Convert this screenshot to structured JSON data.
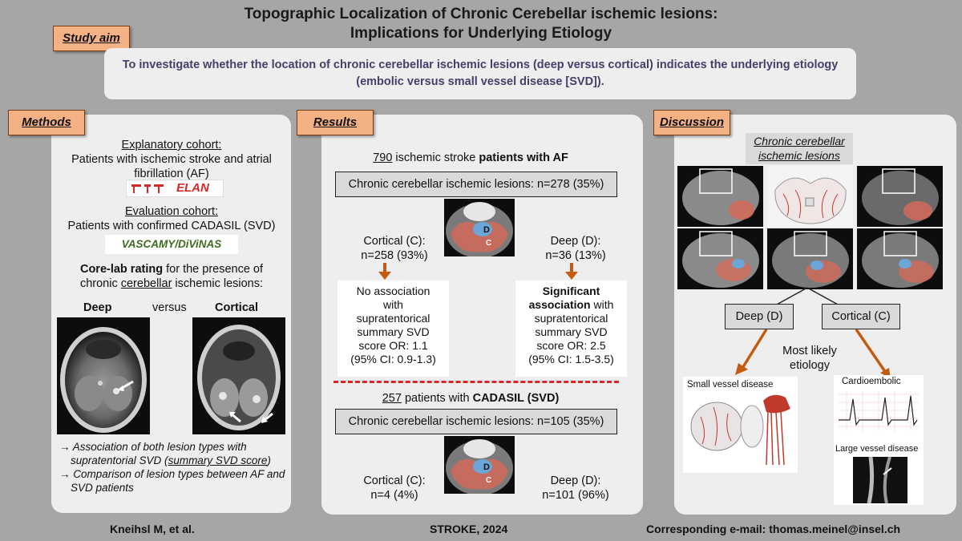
{
  "title_line1": "Topographic Localization of Chronic Cerebellar ischemic lesions:",
  "title_line2": "Implications for Underlying Etiology",
  "study_aim": {
    "tag": "Study aim",
    "text_line1": "To investigate whether the location of chronic cerebellar ischemic lesions (deep versus cortical) indicates the underlying etiology",
    "text_line2": "(embolic versus small vessel disease [SVD])."
  },
  "methods": {
    "tag": "Methods",
    "explanatory_heading": "Explanatory cohort:",
    "explanatory_text": "Patients with ischemic stroke and atrial fibrillation (AF)",
    "elan_logo": "ELAN",
    "evaluation_heading": "Evaluation cohort:",
    "evaluation_text": "Patients with confirmed CADASIL (SVD)",
    "vascamy_logo": "VASCAMY/DiViNAS",
    "corelab_bold": "Core-lab rating",
    "corelab_rest1": " for the presence of",
    "corelab_line2_pre": "chronic ",
    "corelab_line2_u": "cerebellar",
    "corelab_line2_post": " ischemic lesions:",
    "deep_label": "Deep",
    "versus_label": "versus",
    "cortical_label": "Cortical",
    "bullet1_a": "Association of both lesion types with supratentorial SVD (",
    "bullet1_u": "summary SVD score",
    "bullet1_b": ")",
    "bullet2": "Comparison of lesion types between AF and SVD patients"
  },
  "results": {
    "tag": "Results",
    "af_count": "790",
    "af_text_mid": " ischemic stroke ",
    "af_text_bold": "patients with AF",
    "af_box": "Chronic cerebellar ischemic lesions: n=278 (35%)",
    "cortical_af_label": "Cortical (C):",
    "cortical_af_value": "n=258 (93%)",
    "deep_af_label": "Deep (D):",
    "deep_af_value": "n=36 (13%)",
    "no_assoc_lines": [
      "No association",
      "with",
      "supratentorical",
      "summary SVD",
      "score OR: 1.1",
      "(95% CI: 0.9-1.3)"
    ],
    "sig_bold1": "Significant",
    "sig_bold2": "association",
    "sig_rest2": " with",
    "sig_lines": [
      "supratentorical",
      "summary SVD",
      "score OR: 2.5",
      "(95% CI: 1.5-3.5)"
    ],
    "cadasil_count": "257",
    "cadasil_text_mid": " patients with ",
    "cadasil_text_bold": "CADASIL (SVD)",
    "cadasil_box": "Chronic cerebellar ischemic lesions: n=105 (35%)",
    "cortical_svd_label": "Cortical (C):",
    "cortical_svd_value": "n=4 (4%)",
    "deep_svd_label": "Deep (D):",
    "deep_svd_value": "n=101 (96%)",
    "mri_label_d": "D",
    "mri_label_c": "C"
  },
  "discussion": {
    "tag": "Discussion",
    "heading_line1": "Chronic cerebellar",
    "heading_line2": "ischemic lesions",
    "deep_box": "Deep (D)",
    "cortical_box": "Cortical (C)",
    "most_likely_line1": "Most likely",
    "most_likely_line2": "etiology",
    "svd_label": "Small vessel disease",
    "cardio_label": "Cardioembolic",
    "large_vessel_label": "Large vessel disease"
  },
  "footer": {
    "authors": "Kneihsl M, et al.",
    "journal": "STROKE, 2024",
    "email": "Corresponding e-mail: thomas.meinel@insel.ch"
  },
  "colors": {
    "tag_fill": "#f4b183",
    "arrow": "#c55a11",
    "lesion_red": "#d36a5a",
    "lesion_blue": "#6aa6d8",
    "aim_text": "#44406a"
  }
}
